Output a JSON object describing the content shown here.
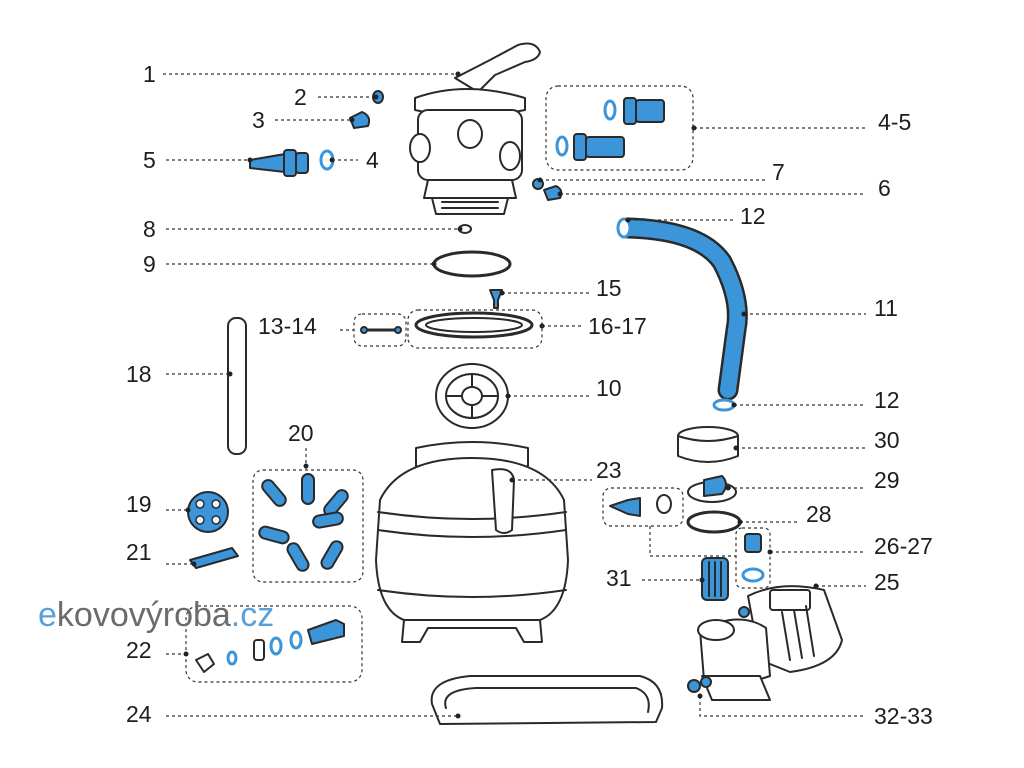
{
  "callouts": {
    "c1": "1",
    "c2": "2",
    "c3": "3",
    "c4_5": "4-5",
    "c5": "5",
    "c4": "4",
    "c7": "7",
    "c6": "6",
    "c8": "8",
    "c12_top": "12",
    "c9": "9",
    "c15": "15",
    "c13_14": "13-14",
    "c16_17": "16-17",
    "c11": "11",
    "c18": "18",
    "c10": "10",
    "c12_bottom": "12",
    "c20": "20",
    "c30": "30",
    "c23": "23",
    "c19": "19",
    "c29": "29",
    "c28": "28",
    "c21": "21",
    "c26_27": "26-27",
    "c31": "31",
    "c25": "25",
    "c22": "22",
    "c24": "24",
    "c32_33": "32-33"
  },
  "watermark": {
    "prefix": "e",
    "brand": "kovovýroba",
    "suffix": ".cz"
  },
  "colors": {
    "part_blue": "#3b95d8",
    "outline": "#2a2a2a",
    "watermark_blue": "#5aa0d8",
    "watermark_grey": "#6b6b6b"
  }
}
